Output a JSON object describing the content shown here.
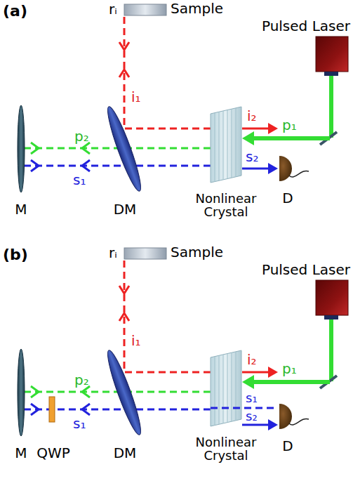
{
  "diagram": {
    "labels": [
      "(a)",
      "rᵢ",
      "Sample",
      "Pulsed Laser",
      "i₁",
      "i₂",
      "p₁",
      "p₂",
      "s₁",
      "s₂",
      "M",
      "DM",
      "Nonlinear Crystal",
      "D",
      "(b)",
      "rᵢ",
      "Sample",
      "Pulsed Laser",
      "i₁",
      "i₂",
      "p₂",
      "p₁",
      "s₁",
      "s₁",
      "s₂",
      "M",
      "QWP",
      "DM",
      "Nonlinear Crystal",
      "D"
    ]
  }
}
